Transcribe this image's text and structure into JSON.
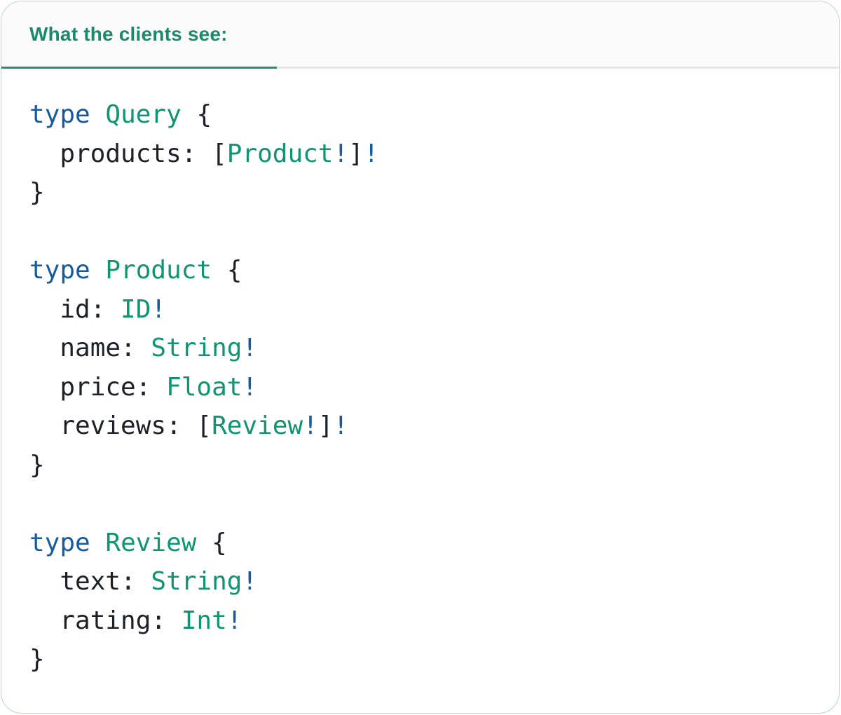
{
  "panel": {
    "tab": {
      "label": "What the clients see:"
    }
  },
  "colors": {
    "header-text": "#1b8a6b",
    "tab-active": "#169474",
    "divider": "#e6e6e6",
    "header-bg": "#fbfbfb",
    "panel-border": "#b6d9c0",
    "keyword": "#175a9e",
    "type": "#109573",
    "plain": "#1d2127",
    "bang": "#175a9e"
  },
  "code": {
    "lines": [
      {
        "tokens": [
          {
            "t": "type",
            "c": "keyword"
          },
          {
            "t": " ",
            "c": "plain"
          },
          {
            "t": "Query",
            "c": "type"
          },
          {
            "t": " {",
            "c": "plain"
          }
        ]
      },
      {
        "tokens": [
          {
            "t": "  products: [",
            "c": "plain"
          },
          {
            "t": "Product",
            "c": "type"
          },
          {
            "t": "!",
            "c": "bang"
          },
          {
            "t": "]",
            "c": "plain"
          },
          {
            "t": "!",
            "c": "bang"
          }
        ]
      },
      {
        "tokens": [
          {
            "t": "}",
            "c": "plain"
          }
        ]
      },
      {
        "tokens": []
      },
      {
        "tokens": [
          {
            "t": "type",
            "c": "keyword"
          },
          {
            "t": " ",
            "c": "plain"
          },
          {
            "t": "Product",
            "c": "type"
          },
          {
            "t": " {",
            "c": "plain"
          }
        ]
      },
      {
        "tokens": [
          {
            "t": "  id: ",
            "c": "plain"
          },
          {
            "t": "ID",
            "c": "type"
          },
          {
            "t": "!",
            "c": "bang"
          }
        ]
      },
      {
        "tokens": [
          {
            "t": "  name: ",
            "c": "plain"
          },
          {
            "t": "String",
            "c": "type"
          },
          {
            "t": "!",
            "c": "bang"
          }
        ]
      },
      {
        "tokens": [
          {
            "t": "  price: ",
            "c": "plain"
          },
          {
            "t": "Float",
            "c": "type"
          },
          {
            "t": "!",
            "c": "bang"
          }
        ]
      },
      {
        "tokens": [
          {
            "t": "  reviews: [",
            "c": "plain"
          },
          {
            "t": "Review",
            "c": "type"
          },
          {
            "t": "!",
            "c": "bang"
          },
          {
            "t": "]",
            "c": "plain"
          },
          {
            "t": "!",
            "c": "bang"
          }
        ]
      },
      {
        "tokens": [
          {
            "t": "}",
            "c": "plain"
          }
        ]
      },
      {
        "tokens": []
      },
      {
        "tokens": [
          {
            "t": "type",
            "c": "keyword"
          },
          {
            "t": " ",
            "c": "plain"
          },
          {
            "t": "Review",
            "c": "type"
          },
          {
            "t": " {",
            "c": "plain"
          }
        ]
      },
      {
        "tokens": [
          {
            "t": "  text: ",
            "c": "plain"
          },
          {
            "t": "String",
            "c": "type"
          },
          {
            "t": "!",
            "c": "bang"
          }
        ]
      },
      {
        "tokens": [
          {
            "t": "  rating: ",
            "c": "plain"
          },
          {
            "t": "Int",
            "c": "type"
          },
          {
            "t": "!",
            "c": "bang"
          }
        ]
      },
      {
        "tokens": [
          {
            "t": "}",
            "c": "plain"
          }
        ]
      }
    ]
  }
}
